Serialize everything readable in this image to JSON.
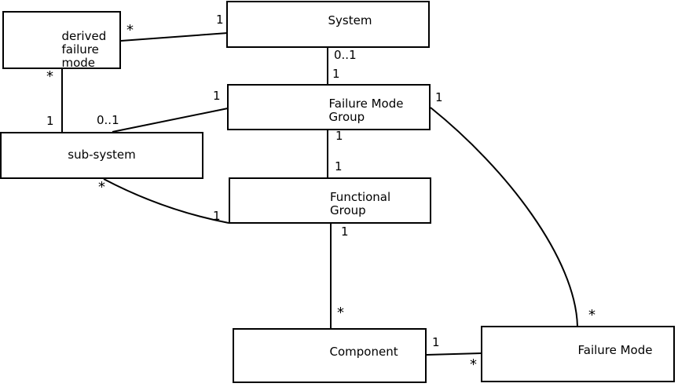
{
  "diagram": {
    "background_color": "#ffffff",
    "stroke_color": "#000000",
    "boxes": {
      "derived_failure_mode": {
        "label": "derived\nfailure\nmode"
      },
      "system": {
        "label": "System"
      },
      "failure_mode_group": {
        "label": "Failure Mode\nGroup"
      },
      "sub_system": {
        "label": "sub-system"
      },
      "functional_group": {
        "label": "Functional\nGroup"
      },
      "component": {
        "label": "Component"
      },
      "failure_mode": {
        "label": "Failure Mode"
      }
    },
    "relationships": [
      {
        "from": "System",
        "to": "derived failure mode",
        "from_mult": "1",
        "to_mult": "*"
      },
      {
        "from": "System",
        "to": "Failure Mode Group",
        "from_mult": "0..1",
        "to_mult": "1"
      },
      {
        "from": "derived failure mode",
        "to": "sub-system",
        "from_mult": "*",
        "to_mult": "1"
      },
      {
        "from": "Failure Mode Group",
        "to": "sub-system",
        "from_mult": "1",
        "to_mult": "0..1"
      },
      {
        "from": "Failure Mode Group",
        "to": "Functional Group",
        "from_mult": "1",
        "to_mult": "1"
      },
      {
        "from": "sub-system",
        "to": "Functional Group",
        "from_mult": "*",
        "to_mult": "1"
      },
      {
        "from": "Functional Group",
        "to": "Component",
        "from_mult": "1",
        "to_mult": "*"
      },
      {
        "from": "Component",
        "to": "Failure Mode",
        "from_mult": "1",
        "to_mult": "*"
      },
      {
        "from": "Failure Mode Group",
        "to": "Failure Mode",
        "from_mult": "1",
        "to_mult": "*"
      }
    ]
  }
}
